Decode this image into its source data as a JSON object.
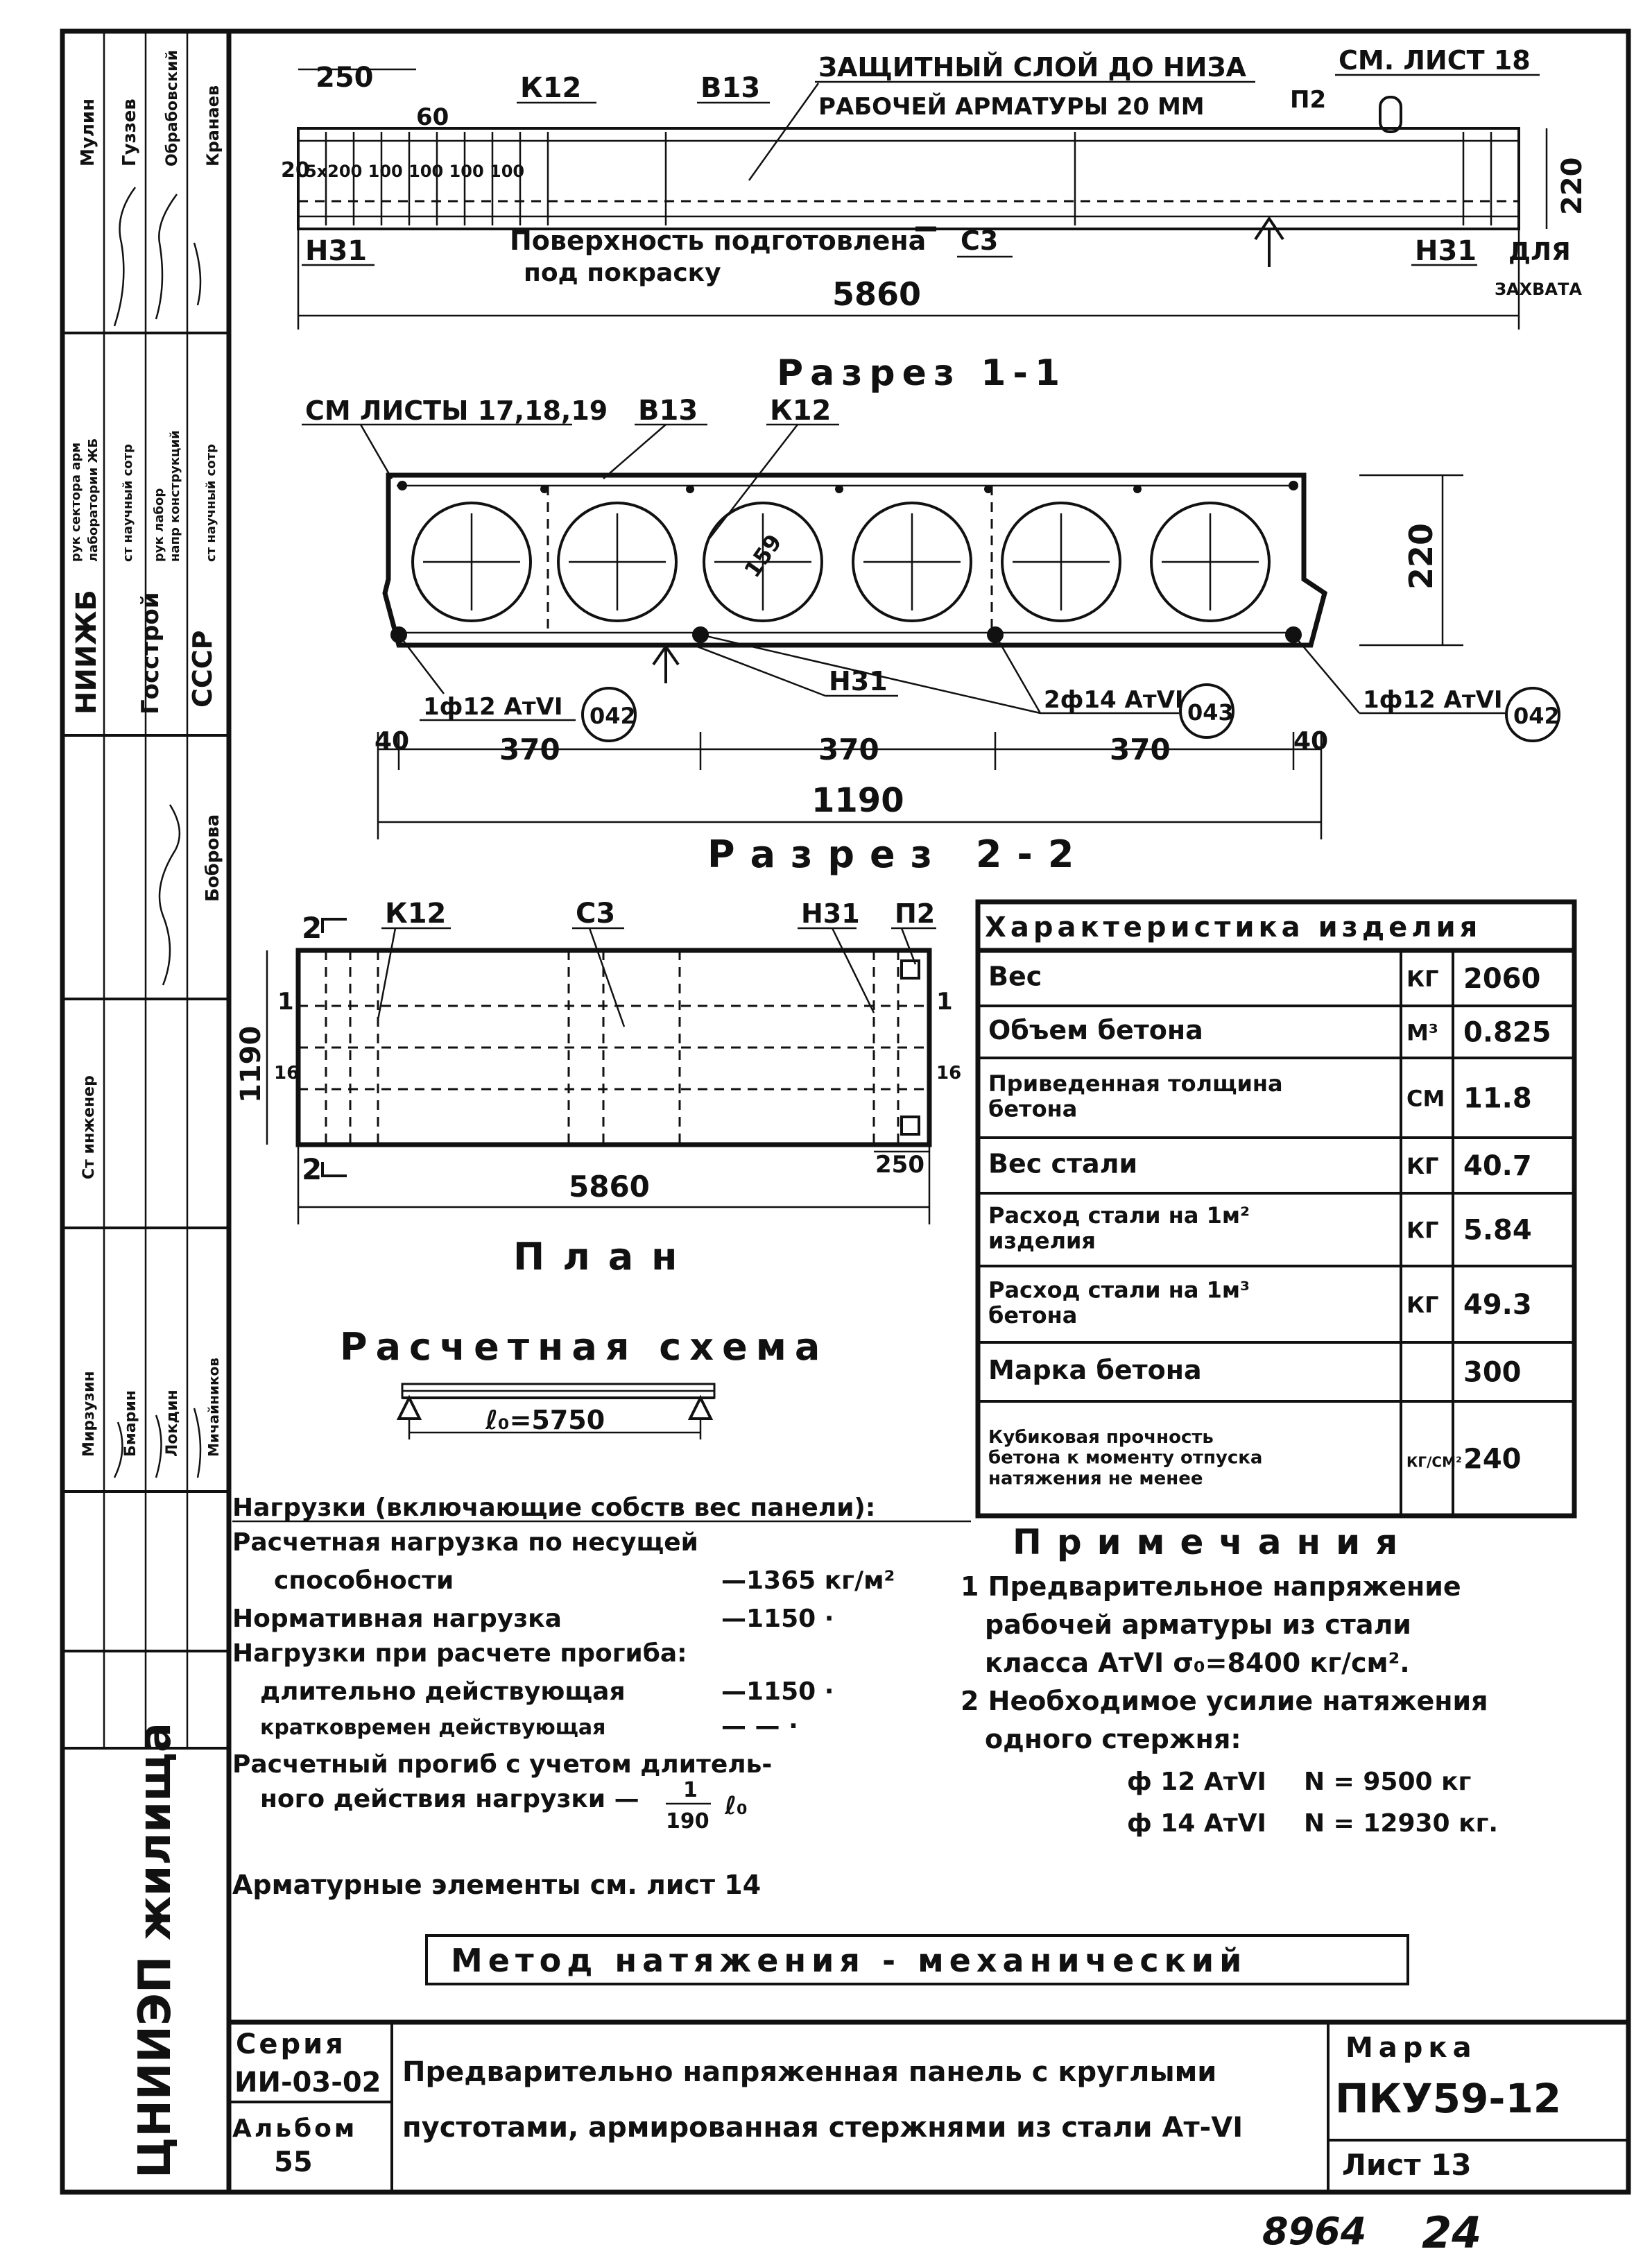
{
  "elevation": {
    "dim_250": "250",
    "dim_60": "60",
    "label_k12": "К12",
    "label_v13": "В13",
    "note_cover": "ЗАЩИТНЫЙ СЛОЙ ДО НИЗА",
    "note_cover2": "РАБОЧЕЙ АРМАТУРЫ 20 ММ",
    "label_p2": "П2",
    "see_sheet": "СМ. ЛИСТ 18",
    "dim_20": "20",
    "spacing_text": "5х200 100 100 100 100",
    "height_220": "220",
    "label_n31_left": "Н31",
    "label_n31_right": "Н31",
    "note_surface": "Поверхность подготовлена",
    "note_paint": "под покраску",
    "label_s3": "С3",
    "for_grip1": "ДЛЯ",
    "for_grip2": "ЗАХВАТА",
    "length_5860": "5860"
  },
  "section11": {
    "title": "Разрез 1-1",
    "see_sheets": "СМ ЛИСТЫ 17,18,19",
    "label_v13": "В13",
    "label_k12": "К12",
    "void_diam": "159",
    "height_220": "220",
    "label_n31": "Н31",
    "bar_left": "1ф12 АтVI",
    "tag_left": "042",
    "bar_mid": "2ф14 АтVI",
    "tag_mid": "043",
    "bar_right": "1ф12 АтVI",
    "tag_right": "042",
    "dim_40a": "40",
    "dim_370a": "370",
    "dim_370b": "370",
    "dim_370c": "370",
    "dim_40b": "40",
    "width_1190": "1190"
  },
  "section22": {
    "title": "Разрез 2-2"
  },
  "plan": {
    "title": "План",
    "mark_2_top": "2",
    "mark_2_bot": "2",
    "label_k12": "К12",
    "label_s3": "С3",
    "label_n31": "Н31",
    "label_p2": "П2",
    "mark_1": "1",
    "dim_1190": "1190",
    "dim_16": "16",
    "dim_250": "250",
    "length_5860": "5860"
  },
  "scheme": {
    "title": "Расчетная схема",
    "span": "ℓ₀=5750"
  },
  "characteristics": {
    "title": "Характеристика изделия",
    "rows": [
      {
        "name": "Вес",
        "unit": "КГ",
        "value": "2060"
      },
      {
        "name": "Объем бетона",
        "unit": "М³",
        "value": "0.825"
      },
      {
        "name": "Приведенная толщина бетона",
        "unit": "СМ",
        "value": "11.8"
      },
      {
        "name": "Вес стали",
        "unit": "КГ",
        "value": "40.7"
      },
      {
        "name": "Расход стали на 1м² изделия",
        "unit": "КГ",
        "value": "5.84"
      },
      {
        "name": "Расход стали на 1м³ бетона",
        "unit": "КГ",
        "value": "49.3"
      },
      {
        "name": "Марка бетона",
        "unit": "",
        "value": "300"
      },
      {
        "name": "Кубиковая прочность бетона к моменту отпуска натяжения не менее",
        "unit": "КГ/СМ²",
        "value": "240"
      }
    ]
  },
  "loads": {
    "header": "Нагрузки (включающие собств вес панели):",
    "l1": "Расчетная нагрузка по несущей",
    "l2": "способности",
    "l2v": "—1365 кг/м²",
    "l3": "Нормативная нагрузка",
    "l3v": "—1150 ·",
    "l4": "Нагрузки при расчете прогиба:",
    "l5": "длительно действующая",
    "l5v": "—1150 ·",
    "l6": "кратковремен действующая",
    "l6v": "— — ·",
    "l7": "Расчетный прогиб с учетом длитель-",
    "l8": "ного действия нагрузки —",
    "frac_num": "1",
    "frac_den": "190",
    "frac_tail": "ℓ₀",
    "l9": "Арматурные элементы см. лист 14"
  },
  "notes": {
    "title": "Примечания",
    "n1a": "1 Предварительное напряжение",
    "n1b": "рабочей арматуры из стали",
    "n1c": "класса АтVI   σ₀=8400 кг/см².",
    "n2a": "2 Необходимое усилие натяжения",
    "n2b": "одного стержня:",
    "f12": "ф 12 АтVI",
    "f12n": "N = 9500 кг",
    "f14": "ф 14 АтVI",
    "f14n": "N = 12930 кг."
  },
  "method": "Метод натяжения - механический",
  "titleblock": {
    "series_label": "Серия",
    "series": "ИИ-03-02",
    "album_label": "Альбом",
    "album": "55",
    "desc1": "Предварительно напряженная панель с круглыми",
    "desc2": "пустотами, армированная стержнями из стали Ат-VI",
    "mark_label": "Марка",
    "mark": "ПКУ59-12",
    "sheet": "Лист 13"
  },
  "sidebar": {
    "org_main": "ЦНИИЭП жилища",
    "org2": "НИИЖБ",
    "org3": "Госстрой",
    "org4": "СССР",
    "p1": "рук сектора арм",
    "p2": "лаборатории ЖБ",
    "p3": "ст научный сотр",
    "p4": "рук лабор",
    "p5": "напр конструкций",
    "p6": "ст научный сотр",
    "n1": "Мулин",
    "n2": "Гуззев",
    "n3": "Обрабовский",
    "n4": "Кранаев",
    "n5": "Боброва",
    "n6": "Мирзузин",
    "n7": "Бмарин",
    "n8": "Локдин",
    "n9": "Мичайников",
    "eng": "Ст инженер"
  },
  "footer": {
    "stamp": "8964",
    "page": "24"
  }
}
